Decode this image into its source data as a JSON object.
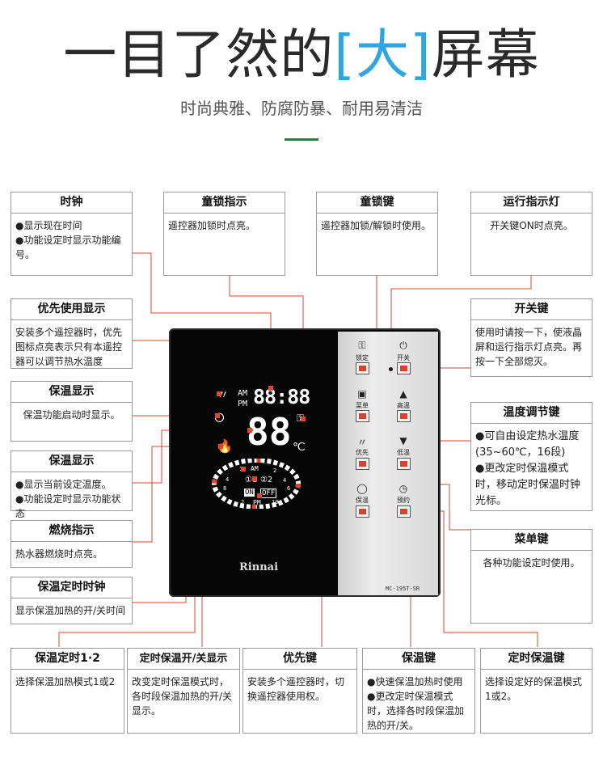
{
  "header": {
    "title_pre": "一目了然的",
    "title_bracket_left": "[",
    "title_highlight": "大",
    "title_bracket_right": "]",
    "title_post": "屏幕",
    "subtitle": "时尚典雅、防腐防暴、耐用易清洁"
  },
  "colors": {
    "accent": "#2ea7e0",
    "green": "#00913a",
    "marker": "#e2462e"
  },
  "callouts": {
    "clock": {
      "title": "时钟",
      "lines": [
        "●显示现在时间",
        "●功能设定时显示功能编号。"
      ]
    },
    "child_lock_indicator": {
      "title": "童锁指示",
      "lines": [
        "遥控器加锁时点亮。"
      ]
    },
    "child_lock_key": {
      "title": "童锁键",
      "lines": [
        "遥控器加锁/解锁时使用。"
      ]
    },
    "run_indicator": {
      "title": "运行指示灯",
      "lines": [
        "开关键ON时点亮。"
      ]
    },
    "priority_display": {
      "title": "优先使用显示",
      "lines": [
        "安装多个遥控器时，优先图标点亮表示只有本遥控器可以调节热水温度"
      ]
    },
    "power_key": {
      "title": "开关键",
      "lines": [
        "使用时请按一下，使液晶屏和运行指示灯点亮。再按一下全部熄灭。"
      ]
    },
    "keep_warm_display": {
      "title": "保温显示",
      "lines": [
        "保温功能启动时显示。"
      ]
    },
    "temp_key": {
      "title": "温度调节键",
      "lines": [
        "●可自由设定热水温度(35~60℃，16段)",
        "●更改定时保温模式时，移动定时保温时钟光标。"
      ]
    },
    "keep_warm_display2": {
      "title": "保温显示",
      "lines": [
        "●显示当前设定温度。",
        "●功能设定时显示功能状态"
      ]
    },
    "burn_indicator": {
      "title": "燃烧指示",
      "lines": [
        "热水器燃烧时点亮。"
      ]
    },
    "menu_key": {
      "title": "菜单键",
      "lines": [
        "各种功能设定时使用。"
      ]
    },
    "timer_clock": {
      "title": "保温定时时钟",
      "lines": [
        "显示保温加热的开/关时间"
      ]
    },
    "timer_12": {
      "title": "保温定时1·2",
      "lines": [
        "选择保温加热模式1或2"
      ]
    },
    "timer_onoff": {
      "title": "定时保温开/关显示",
      "lines": [
        "改变定时保温模式时，各时段保温加热的开/关显示。"
      ]
    },
    "priority_key": {
      "title": "优先键",
      "lines": [
        "安装多个遥控器时，切换遥控器使用权。"
      ]
    },
    "keep_warm_key": {
      "title": "保温键",
      "lines": [
        "●快速保温加热时使用",
        "●更改定时保温模式时，选择各时段保温加热的开/关。"
      ]
    },
    "timer_key": {
      "title": "定时保温键",
      "lines": [
        "选择设定好的保温模式1或2。"
      ]
    }
  },
  "device": {
    "lcd": {
      "am": "AM",
      "pm": "PM",
      "clock_digits": "88:88",
      "temp_digits": "88",
      "temp_unit": "℃",
      "dial_top": "AM",
      "dial_bottom": "PM",
      "dial_numbers": [
        "10",
        "12",
        "2",
        "4",
        "6",
        "8",
        "6",
        "4",
        "2",
        "12",
        "10",
        "8"
      ],
      "timer_1": "①1",
      "timer_2": "②2",
      "on": "ON",
      "off": "OFF"
    },
    "brand": "Rinnai",
    "model": "MC-195T-SR",
    "keys": {
      "lock": "锁定",
      "power": "开关",
      "menu": "菜单",
      "up": "高温",
      "priority": "优先",
      "down": "低温",
      "keep_warm": "保温",
      "timer": "预约"
    },
    "icons": {
      "lock": "key-icon",
      "power": "power-icon",
      "menu": "menu-icon",
      "up": "triangle-up-icon",
      "priority": "priority-icon",
      "down": "triangle-down-icon",
      "keep_warm": "keep-warm-icon",
      "timer": "clock-icon"
    }
  }
}
